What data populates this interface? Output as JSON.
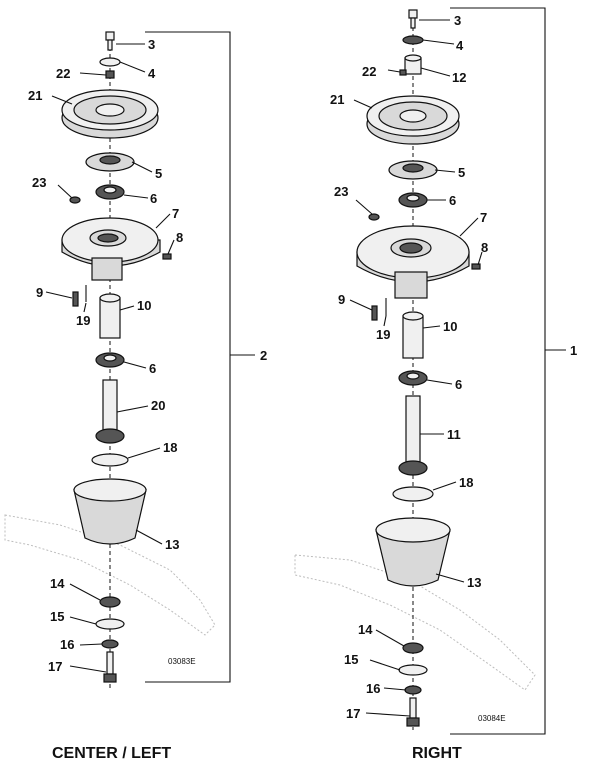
{
  "left": {
    "title": "CENTER / LEFT",
    "code": "03083E",
    "assembly_number": "2",
    "callouts": [
      "3",
      "4",
      "22",
      "21",
      "5",
      "23",
      "6",
      "7",
      "8",
      "9",
      "19",
      "10",
      "6",
      "20",
      "18",
      "13",
      "14",
      "15",
      "16",
      "17"
    ]
  },
  "right": {
    "title": "RIGHT",
    "code": "03084E",
    "assembly_number": "1",
    "callouts": [
      "3",
      "4",
      "22",
      "12",
      "21",
      "5",
      "23",
      "6",
      "7",
      "8",
      "9",
      "19",
      "10",
      "6",
      "11",
      "18",
      "13",
      "14",
      "15",
      "16",
      "17"
    ]
  }
}
